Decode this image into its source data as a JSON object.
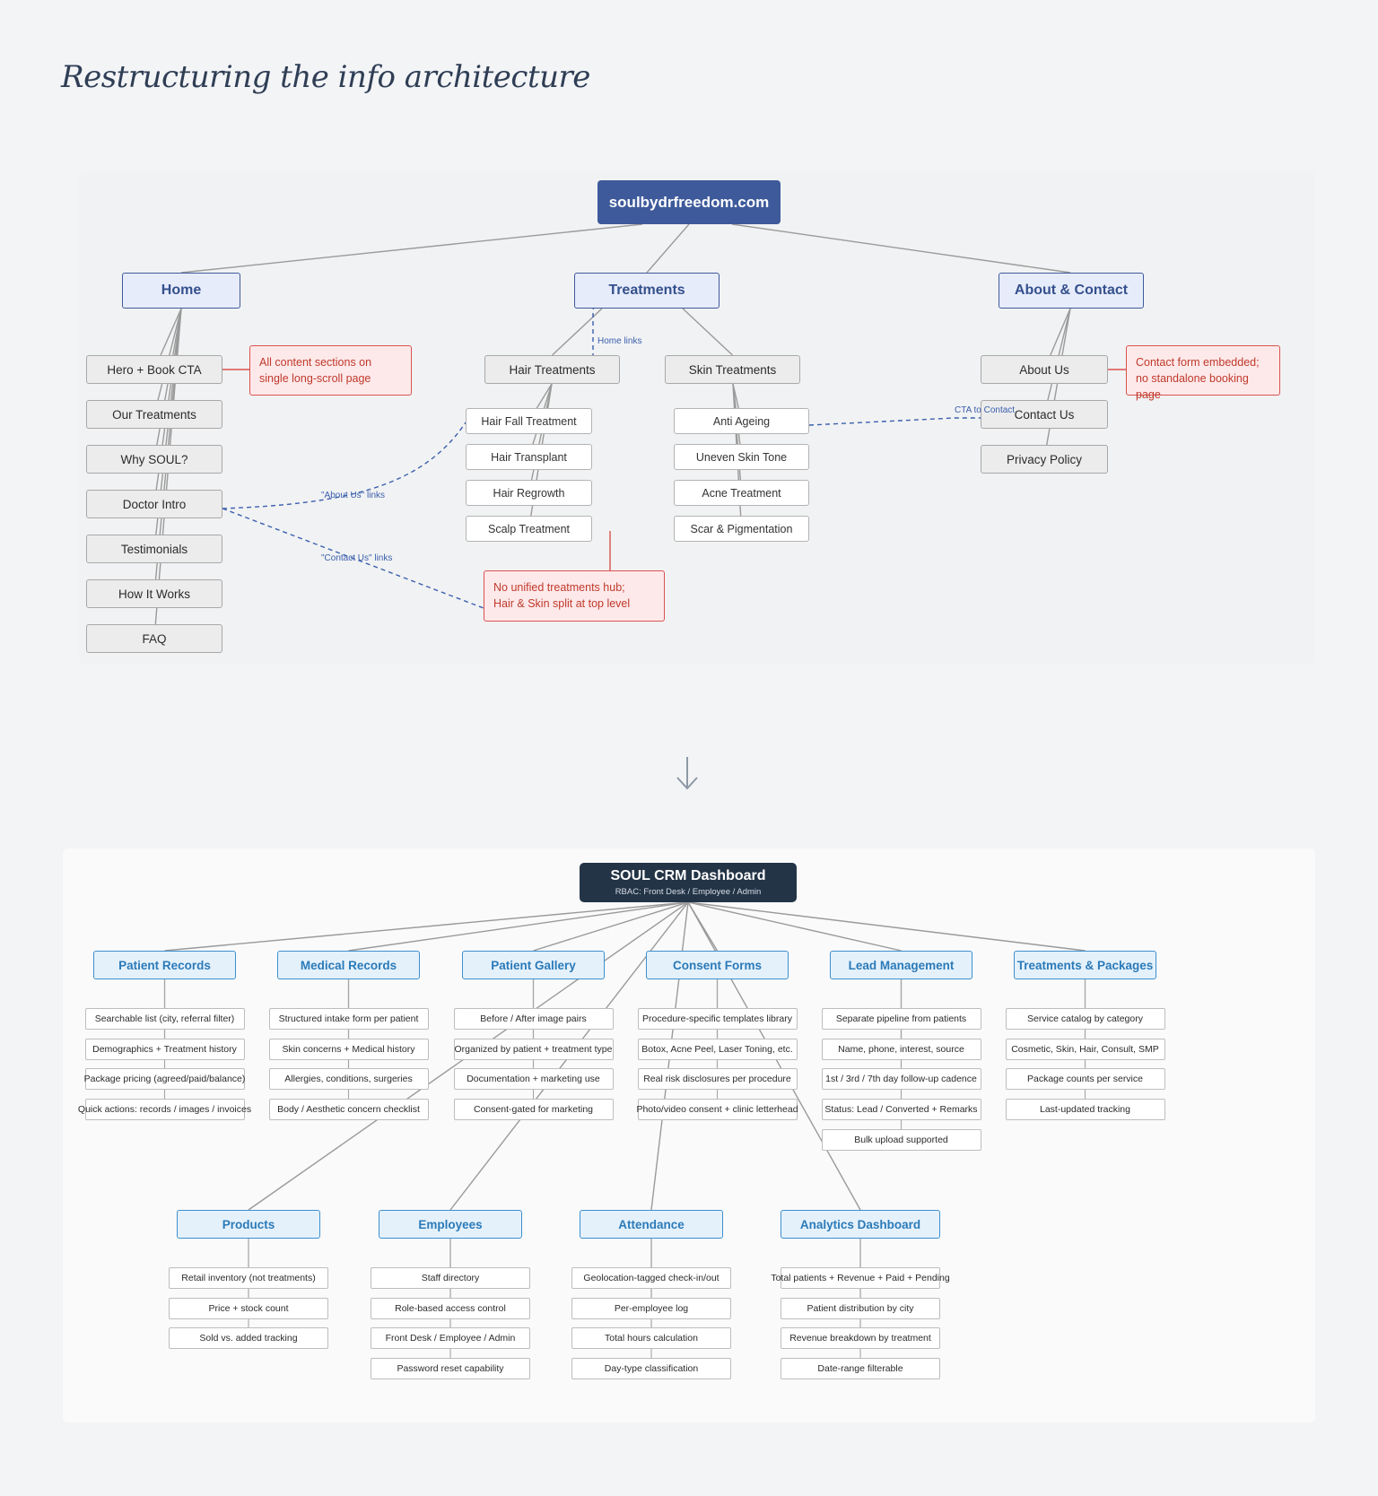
{
  "title": "Restructuring the info architecture",
  "before": {
    "root": "soulbydrfreedom.com",
    "home": {
      "label": "Home",
      "items": [
        "Hero + Book CTA",
        "Our Treatments",
        "Why SOUL?",
        "Doctor Intro",
        "Testimonials",
        "How It Works",
        "FAQ"
      ],
      "note": [
        "All content sections on",
        "single long-scroll page"
      ]
    },
    "treatments": {
      "label": "Treatments",
      "hair": {
        "label": "Hair Treatments",
        "items": [
          "Hair Fall Treatment",
          "Hair Transplant",
          "Hair Regrowth",
          "Scalp Treatment"
        ]
      },
      "skin": {
        "label": "Skin Treatments",
        "items": [
          "Anti Ageing",
          "Uneven Skin Tone",
          "Acne Treatment",
          "Scar & Pigmentation"
        ]
      },
      "note": [
        "No unified treatments hub;",
        "Hair & Skin split at top level"
      ]
    },
    "about": {
      "label": "About & Contact",
      "items": [
        "About Us",
        "Contact Us",
        "Privacy Policy"
      ],
      "note": [
        "Contact form embedded;",
        "no standalone booking page"
      ]
    },
    "links": {
      "home_links": "Home links",
      "about_links": "\"About Us\" links",
      "contact_links": "\"Contact Us\" links",
      "cta_contact": "CTA to Contact"
    }
  },
  "after": {
    "root": {
      "title": "SOUL CRM Dashboard",
      "subtitle": "RBAC: Front Desk / Employee / Admin"
    },
    "modules": [
      {
        "label": "Patient Records",
        "items": [
          "Searchable list (city, referral filter)",
          "Demographics + Treatment history",
          "Package pricing (agreed/paid/balance)",
          "Quick actions: records / images / invoices"
        ]
      },
      {
        "label": "Medical Records",
        "items": [
          "Structured intake form per patient",
          "Skin concerns + Medical history",
          "Allergies, conditions, surgeries",
          "Body / Aesthetic concern checklist"
        ]
      },
      {
        "label": "Patient Gallery",
        "items": [
          "Before / After image pairs",
          "Organized by patient + treatment type",
          "Documentation + marketing use",
          "Consent-gated for marketing"
        ]
      },
      {
        "label": "Consent Forms",
        "items": [
          "Procedure-specific templates library",
          "Botox, Acne Peel, Laser Toning, etc.",
          "Real risk disclosures per procedure",
          "Photo/video consent + clinic letterhead"
        ]
      },
      {
        "label": "Lead Management",
        "items": [
          "Separate pipeline from patients",
          "Name, phone, interest, source",
          "1st / 3rd / 7th day follow-up cadence",
          "Status: Lead / Converted + Remarks",
          "Bulk upload supported"
        ]
      },
      {
        "label": "Treatments & Packages",
        "items": [
          "Service catalog by category",
          "Cosmetic, Skin, Hair, Consult, SMP",
          "Package counts per service",
          "Last-updated tracking"
        ]
      },
      {
        "label": "Products",
        "items": [
          "Retail inventory (not treatments)",
          "Price + stock count",
          "Sold vs. added tracking"
        ]
      },
      {
        "label": "Employees",
        "items": [
          "Staff directory",
          "Role-based access control",
          "Front Desk / Employee / Admin",
          "Password reset capability"
        ]
      },
      {
        "label": "Attendance",
        "items": [
          "Geolocation-tagged check-in/out",
          "Per-employee log",
          "Total hours calculation",
          "Day-type classification"
        ]
      },
      {
        "label": "Analytics Dashboard",
        "items": [
          "Total patients + Revenue + Paid + Pending",
          "Patient distribution by city",
          "Revenue breakdown by treatment",
          "Date-range filterable"
        ]
      }
    ]
  }
}
